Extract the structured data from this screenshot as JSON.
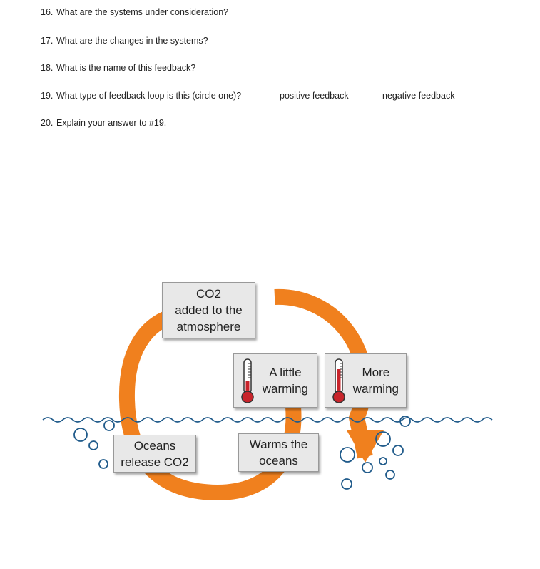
{
  "worksheet": {
    "questions": [
      {
        "number": "16.",
        "text": "What are the systems under consideration?"
      },
      {
        "number": "17.",
        "text": "What are the changes in the systems?"
      },
      {
        "number": "18.",
        "text": "What is the name of this feedback?"
      },
      {
        "number": "19.",
        "text": "What type of feedback loop is this (circle one)?"
      },
      {
        "number": "20.",
        "text": "Explain your answer to #19."
      }
    ],
    "options": [
      "positive feedback",
      "negative feedback"
    ]
  },
  "diagram": {
    "boxes": {
      "co2": "CO2\nadded to the\natmosphere",
      "little_warming": "A little\nwarming",
      "more_warming": "More\nwarming",
      "warms_oceans": "Warms the\noceans",
      "oceans_release": "Oceans\nrelease CO2"
    },
    "colors": {
      "arrow": "#f0801e",
      "water": "#1f5a8a",
      "bubble": "#1f5a8a",
      "box_bg": "#e8e8e8",
      "thermo_red": "#c8242b"
    },
    "icons": [
      "thermometer-icon",
      "thermometer-icon"
    ]
  }
}
